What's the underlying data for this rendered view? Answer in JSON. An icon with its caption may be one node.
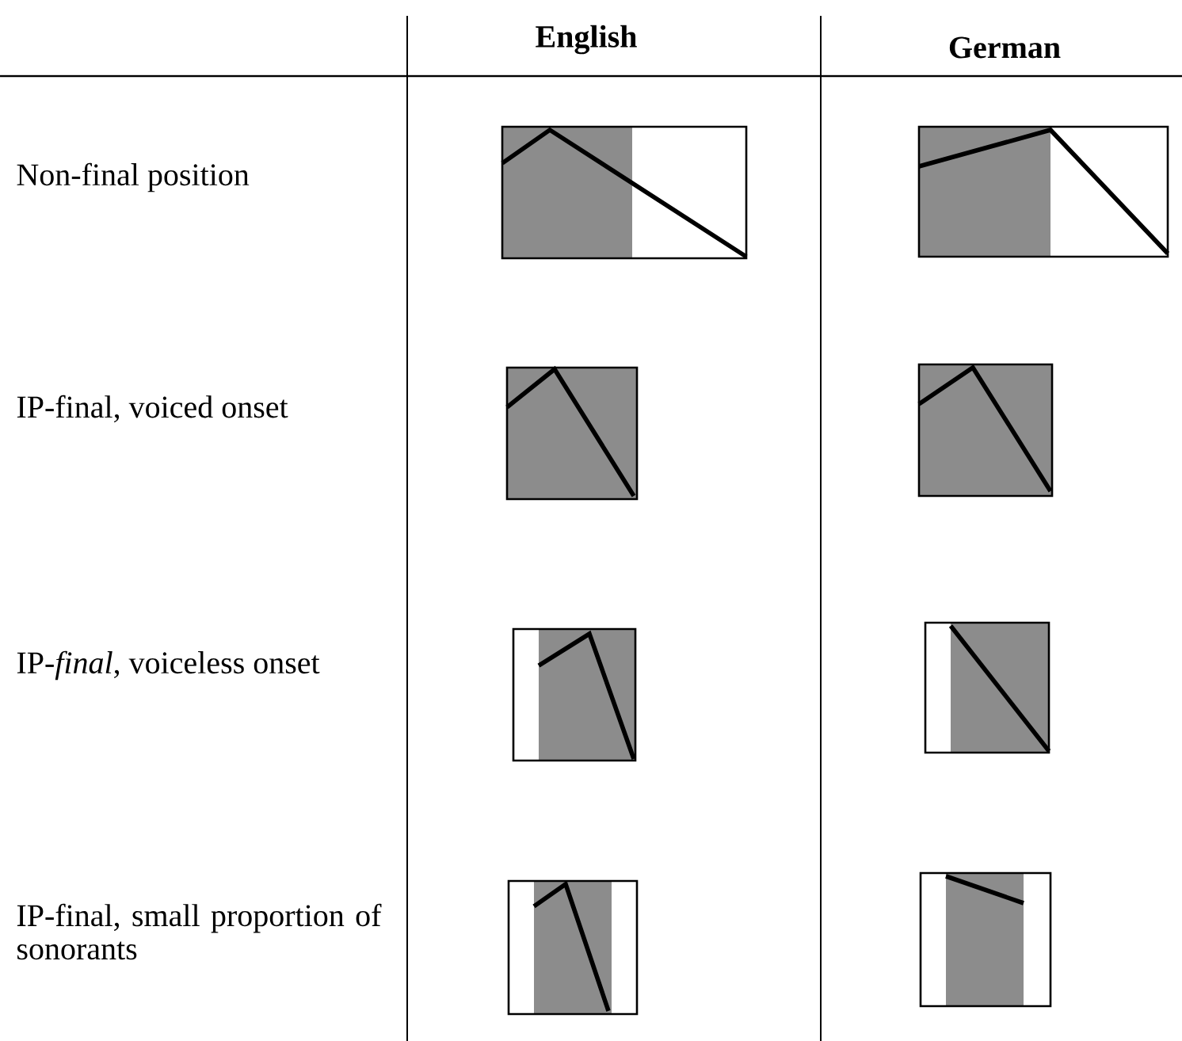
{
  "diagram": {
    "labels": [
      "English",
      "German",
      "Non-final position",
      "IP-final, voiced onset",
      "IP-*final*, voiceless onset",
      "IP-final, small proportion of sonorants"
    ]
  }
}
